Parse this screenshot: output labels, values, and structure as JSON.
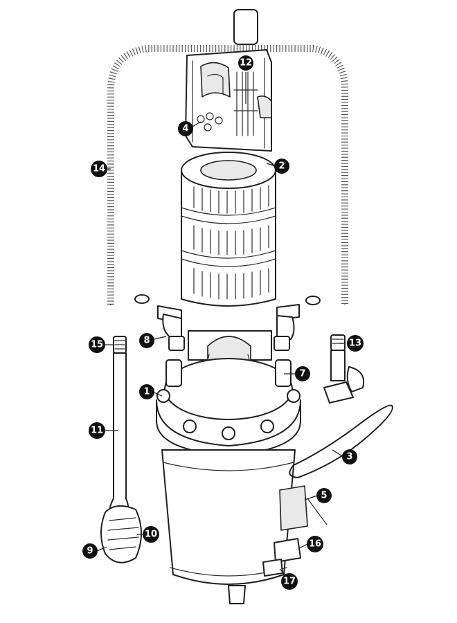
{
  "diagram": {
    "brand_mark": "",
    "callouts": [
      {
        "id": "c1",
        "label": "1"
      },
      {
        "id": "c2",
        "label": "2"
      },
      {
        "id": "c3",
        "label": "3"
      },
      {
        "id": "c4",
        "label": "4"
      },
      {
        "id": "c5",
        "label": "5"
      },
      {
        "id": "c7",
        "label": "7"
      },
      {
        "id": "c8",
        "label": "8"
      },
      {
        "id": "c9",
        "label": "9"
      },
      {
        "id": "c10",
        "label": "10"
      },
      {
        "id": "c11",
        "label": "11"
      },
      {
        "id": "c12",
        "label": "12"
      },
      {
        "id": "c13",
        "label": "13"
      },
      {
        "id": "c14",
        "label": "14"
      },
      {
        "id": "c15",
        "label": "15"
      },
      {
        "id": "c16",
        "label": "16"
      },
      {
        "id": "c17",
        "label": "17"
      }
    ]
  }
}
